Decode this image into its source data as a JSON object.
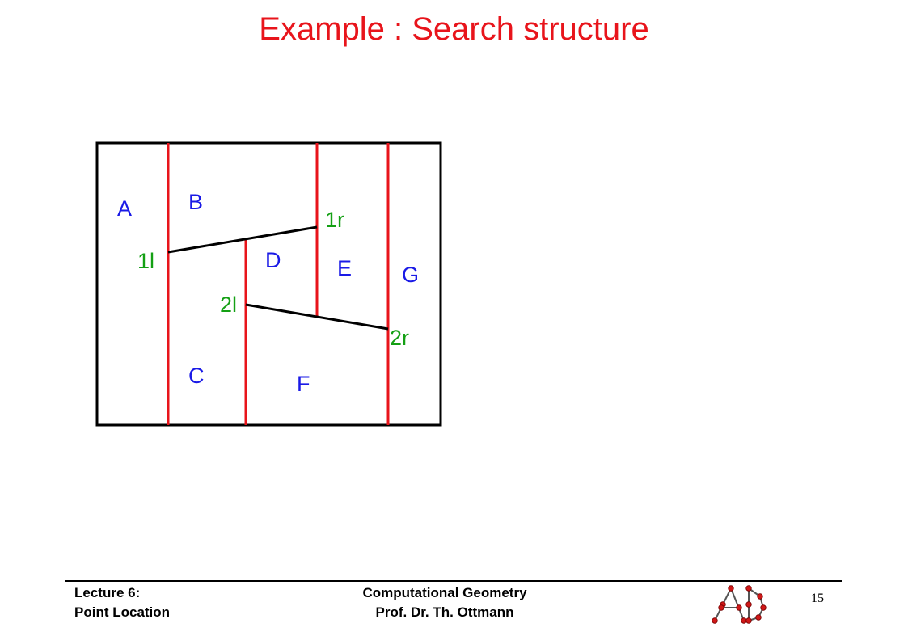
{
  "title": "Example : Search structure",
  "diagram": {
    "regions": [
      "A",
      "B",
      "C",
      "D",
      "E",
      "F",
      "G"
    ],
    "segments": [
      {
        "left": "1l",
        "right": "1r"
      },
      {
        "left": "2l",
        "right": "2r"
      }
    ],
    "colors": {
      "frame": "#000000",
      "trapezoid_walls": "#e8141b",
      "segments": "#000000",
      "region_labels": "#1a1ae6",
      "endpoint_labels": "#14a014"
    }
  },
  "footer": {
    "left_line1": "Lecture 6:",
    "left_line2": "Point Location",
    "center_line1": "Computational Geometry",
    "center_line2": "Prof. Dr. Th. Ottmann",
    "page_number": "15"
  },
  "logo": {
    "icon": "ad-logo-icon"
  }
}
